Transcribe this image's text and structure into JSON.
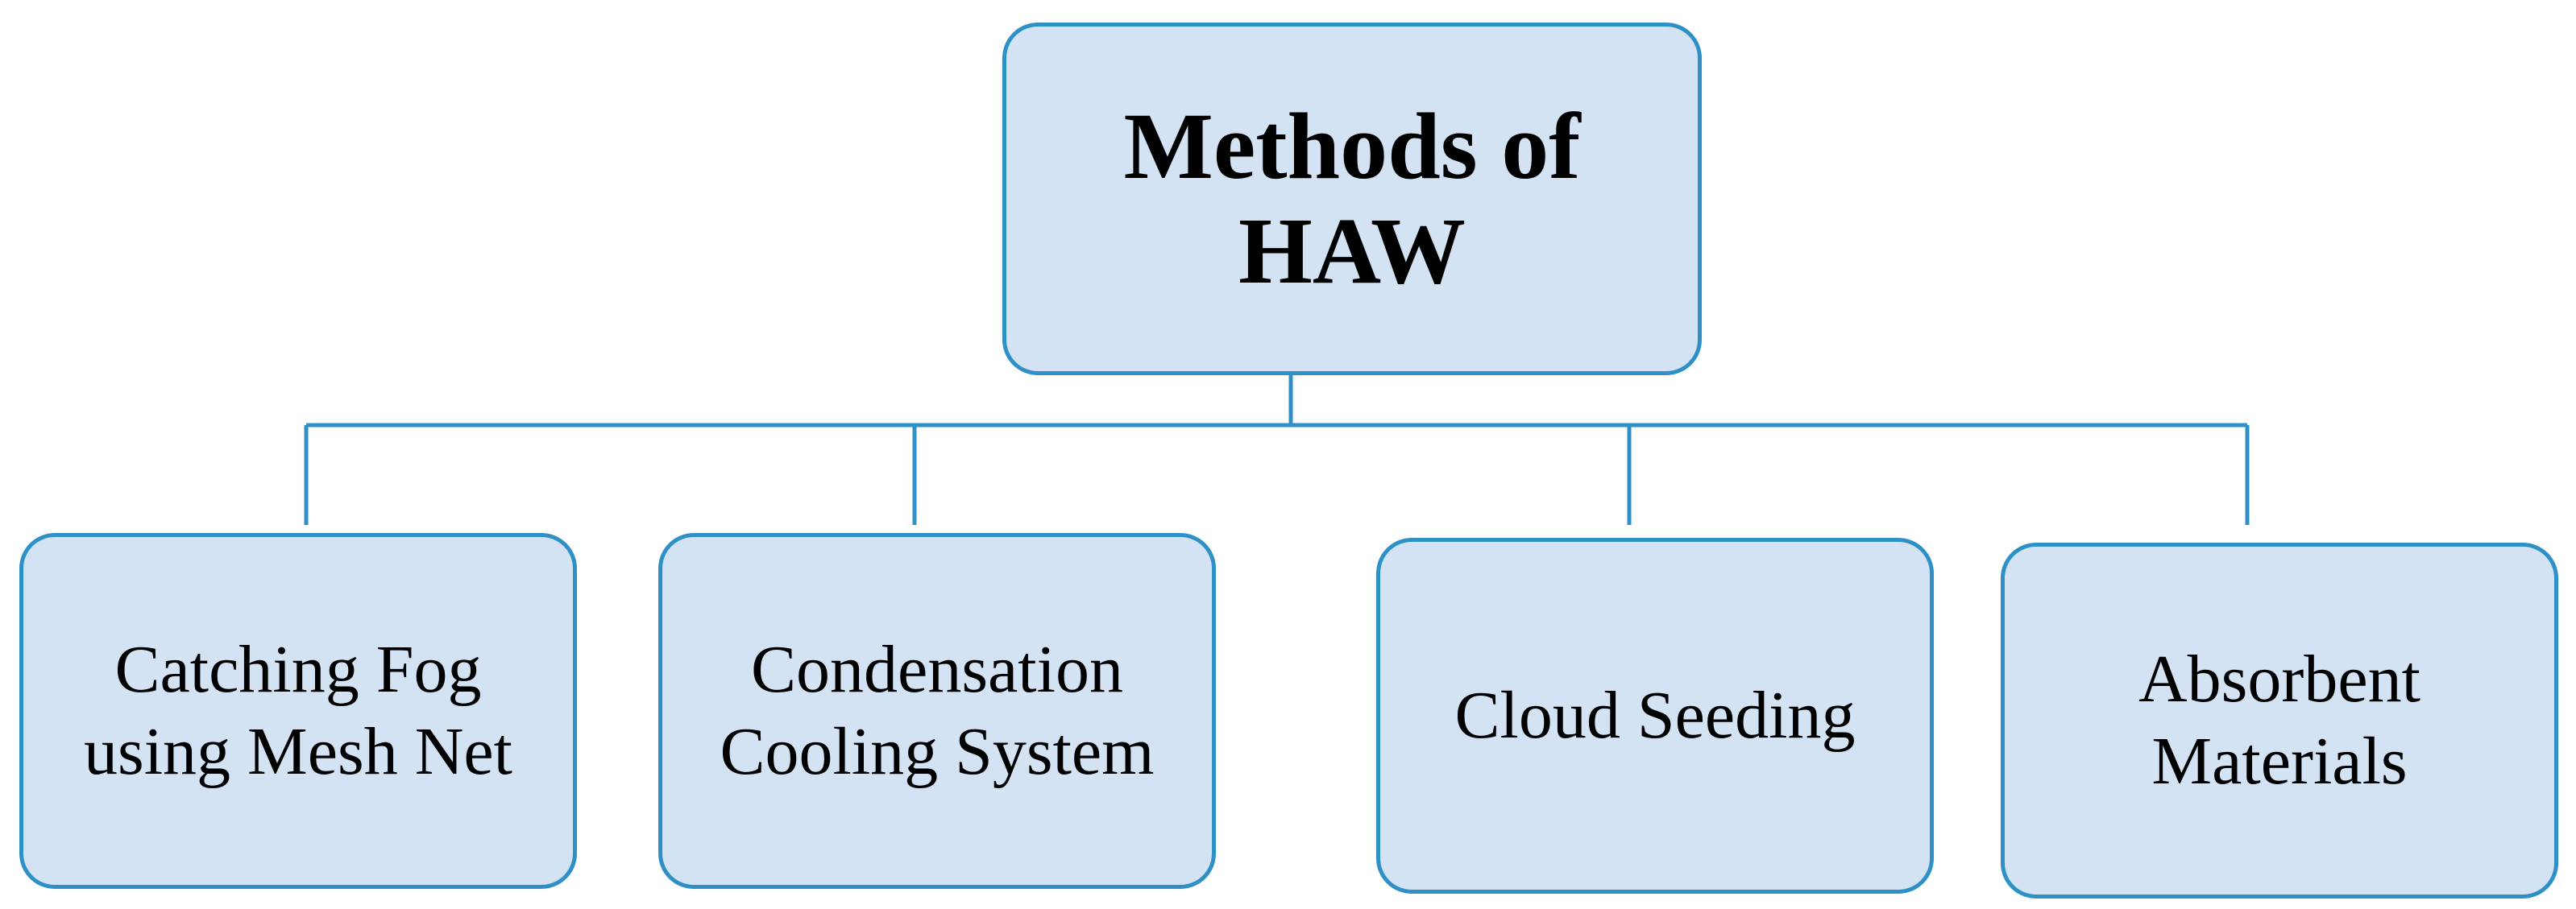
{
  "diagram": {
    "root": {
      "label": "Methods of HAW"
    },
    "children": [
      {
        "label": "Catching Fog using Mesh Net"
      },
      {
        "label": "Condensation Cooling System"
      },
      {
        "label": "Cloud Seeding"
      },
      {
        "label": "Absorbent Materials"
      }
    ]
  },
  "colors": {
    "box_fill": "#d3e3f3",
    "box_border": "#2f8fc7",
    "connector": "#2f8fc7",
    "text": "#000000"
  }
}
